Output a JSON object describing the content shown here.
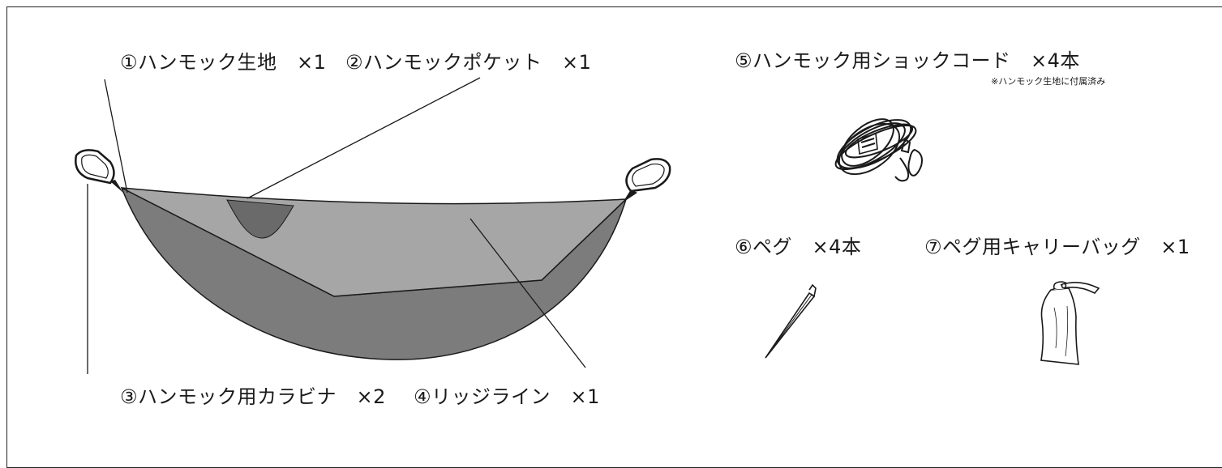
{
  "labels": {
    "hammock_fabric": "①ハンモック生地　×1",
    "hammock_pocket": "②ハンモックポケット　×1",
    "carabiner": "③ハンモック用カラビナ　×2",
    "ridgeline": "④リッジライン　×1",
    "shock_cord": "⑤ハンモック用ショックコード　×4本",
    "shock_cord_note": "※ハンモック生地に付属済み",
    "peg": "⑥ペグ　×4本",
    "peg_bag": "⑦ペグ用キャリーバッグ　×1"
  },
  "colors": {
    "hammock_body": "#7c7c7c",
    "hammock_top": "#a6a6a6",
    "pocket": "#6a6a6a",
    "line": "#1a1a1a"
  }
}
